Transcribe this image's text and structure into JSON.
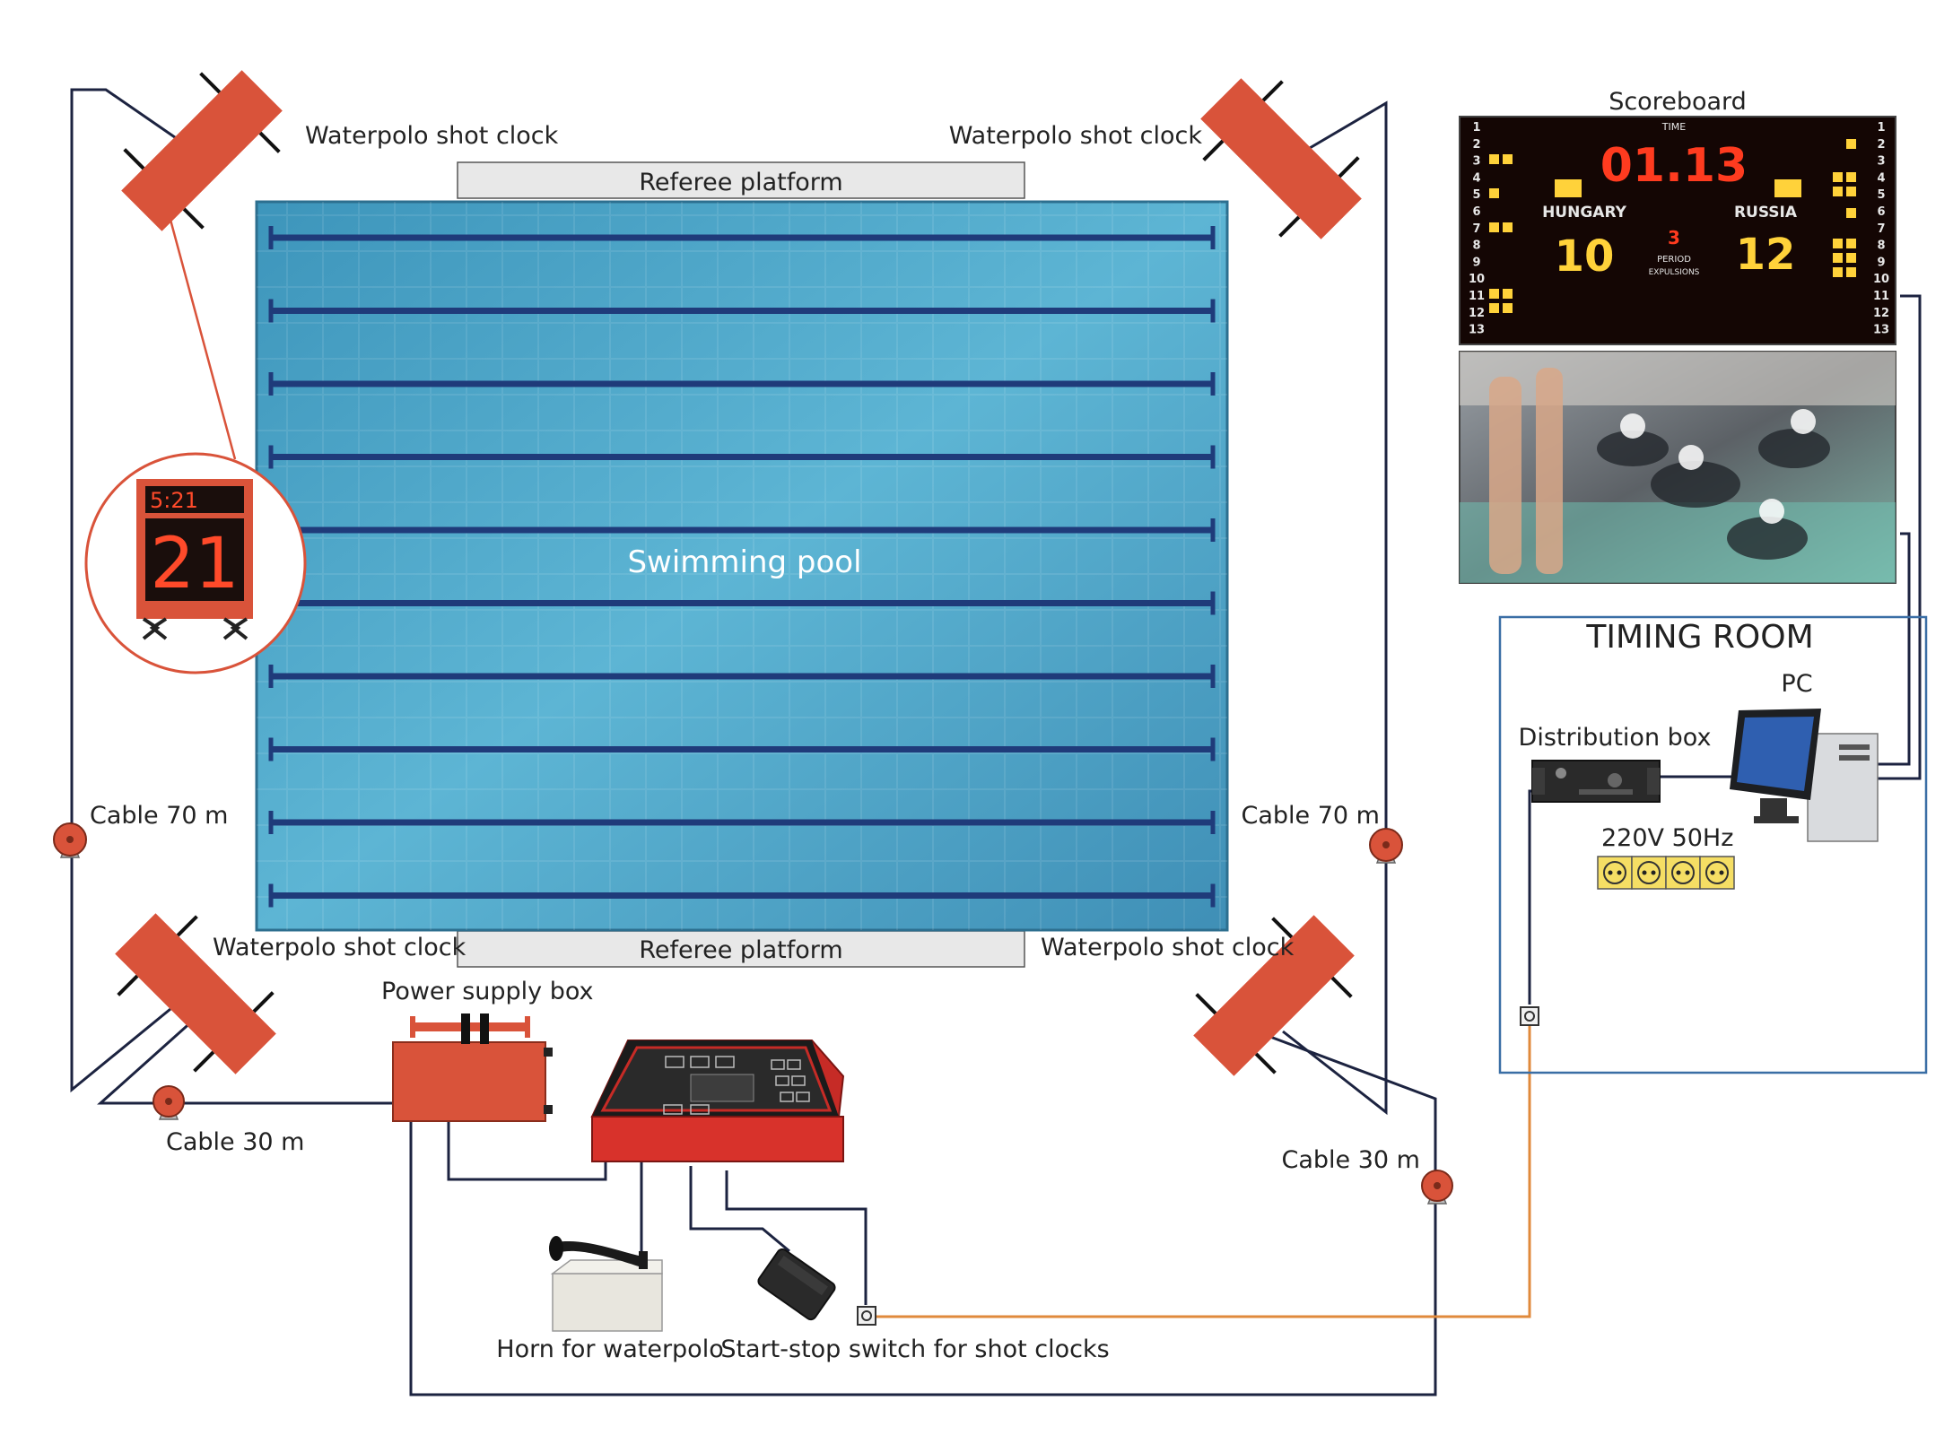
{
  "labels": {
    "shot_clock": "Waterpolo shot clock",
    "referee_platform": "Referee platform",
    "swimming_pool": "Swimming pool",
    "cable_70": "Cable 70 m",
    "cable_30": "Cable 30 m",
    "power_supply_box": "Power supply box",
    "horn": "Horn for waterpolo",
    "start_stop_switch": "Start-stop switch for shot clocks",
    "scoreboard": "Scoreboard",
    "timing_room": "TIMING ROOM",
    "pc": "PC",
    "distribution_box": "Distribution box",
    "mains_voltage": "220V",
    "mains_frequency": "50Hz"
  },
  "scoreboard": {
    "time_label": "TIME",
    "time": "01.13",
    "home_team": "HUNGARY",
    "away_team": "RUSSIA",
    "home_score": "10",
    "away_score": "12",
    "period_number": "3",
    "period_label": "PERIOD",
    "expulsions_label": "EXPULSIONS",
    "player_numbers": [
      "1",
      "2",
      "3",
      "4",
      "5",
      "6",
      "7",
      "8",
      "9",
      "10",
      "11",
      "12",
      "13"
    ]
  },
  "shot_clock_display": {
    "game_time": "5:21",
    "shot_seconds": "21"
  },
  "colors": {
    "device_orange": "#d9533a",
    "pool_blue": "#4fa7c9",
    "lane_rope": "#1f3b7a",
    "cable_dark": "#1c2340",
    "cable_orange": "#e08a3c",
    "timing_room_border": "#3a6ea5",
    "scoreboard_digit": "#ff3b1f",
    "scoreboard_score": "#ffd23a"
  },
  "icons": [
    "cable-reel-icon",
    "socket-icon",
    "horn-icon",
    "switch-icon",
    "pc-icon",
    "console-icon"
  ]
}
